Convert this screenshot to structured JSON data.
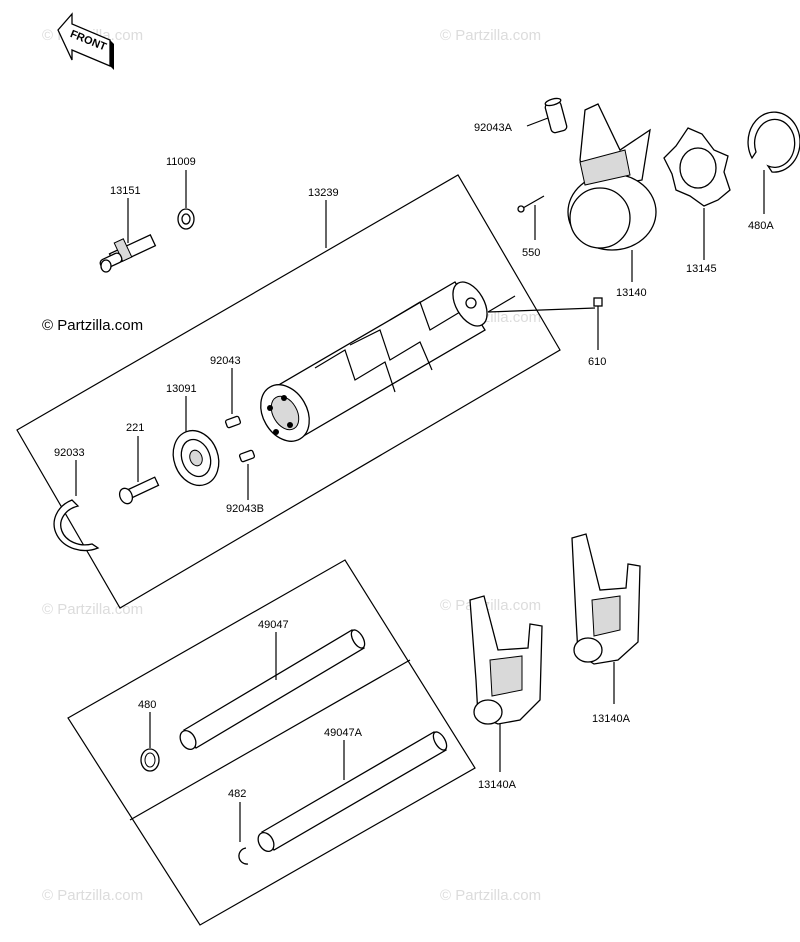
{
  "watermark": "© Partzilla.com",
  "front_label": "FRONT",
  "parts": {
    "p13151": "13151",
    "p11009": "11009",
    "p13239": "13239",
    "p92043A": "92043A",
    "p550": "550",
    "p13140": "13140",
    "p13145": "13145",
    "p480A": "480A",
    "p610": "610",
    "p92043": "92043",
    "p13091": "13091",
    "p221": "221",
    "p92033": "92033",
    "p92043B": "92043B",
    "p49047": "49047",
    "p480": "480",
    "p49047A": "49047A",
    "p482": "482",
    "p13140A_1": "13140A",
    "p13140A_2": "13140A"
  }
}
